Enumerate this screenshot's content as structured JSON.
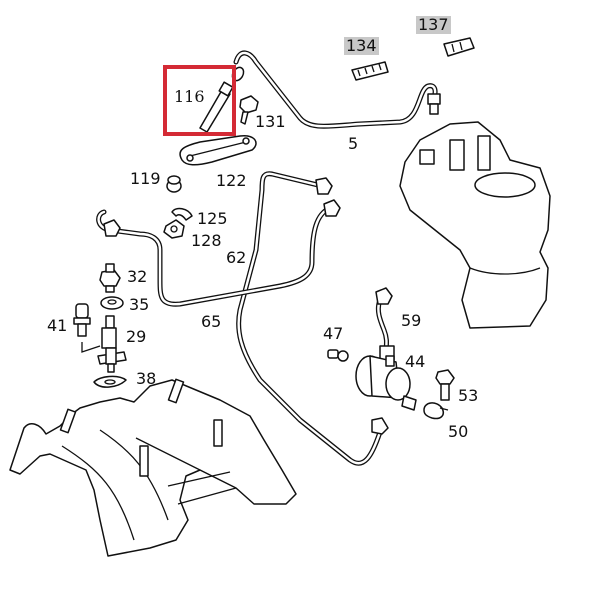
{
  "diagram": {
    "title": "Fuel injection components exploded parts diagram",
    "highlight_color": "#d42a35",
    "label_shade_color": "#c8c8c8",
    "highlighted_part": "116",
    "callouts": [
      {
        "id": "116",
        "label": "116",
        "highlighted": true
      },
      {
        "id": "131",
        "label": "131"
      },
      {
        "id": "134",
        "label": "134",
        "shaded": true
      },
      {
        "id": "137",
        "label": "137",
        "shaded": true
      },
      {
        "id": "5",
        "label": "5"
      },
      {
        "id": "119",
        "label": "119"
      },
      {
        "id": "122",
        "label": "122"
      },
      {
        "id": "125",
        "label": "125"
      },
      {
        "id": "128",
        "label": "128"
      },
      {
        "id": "62",
        "label": "62"
      },
      {
        "id": "32",
        "label": "32"
      },
      {
        "id": "35",
        "label": "35"
      },
      {
        "id": "41",
        "label": "41"
      },
      {
        "id": "29",
        "label": "29"
      },
      {
        "id": "65",
        "label": "65"
      },
      {
        "id": "38",
        "label": "38"
      },
      {
        "id": "47",
        "label": "47"
      },
      {
        "id": "59",
        "label": "59"
      },
      {
        "id": "44",
        "label": "44"
      },
      {
        "id": "53",
        "label": "53"
      },
      {
        "id": "50",
        "label": "50"
      }
    ]
  }
}
